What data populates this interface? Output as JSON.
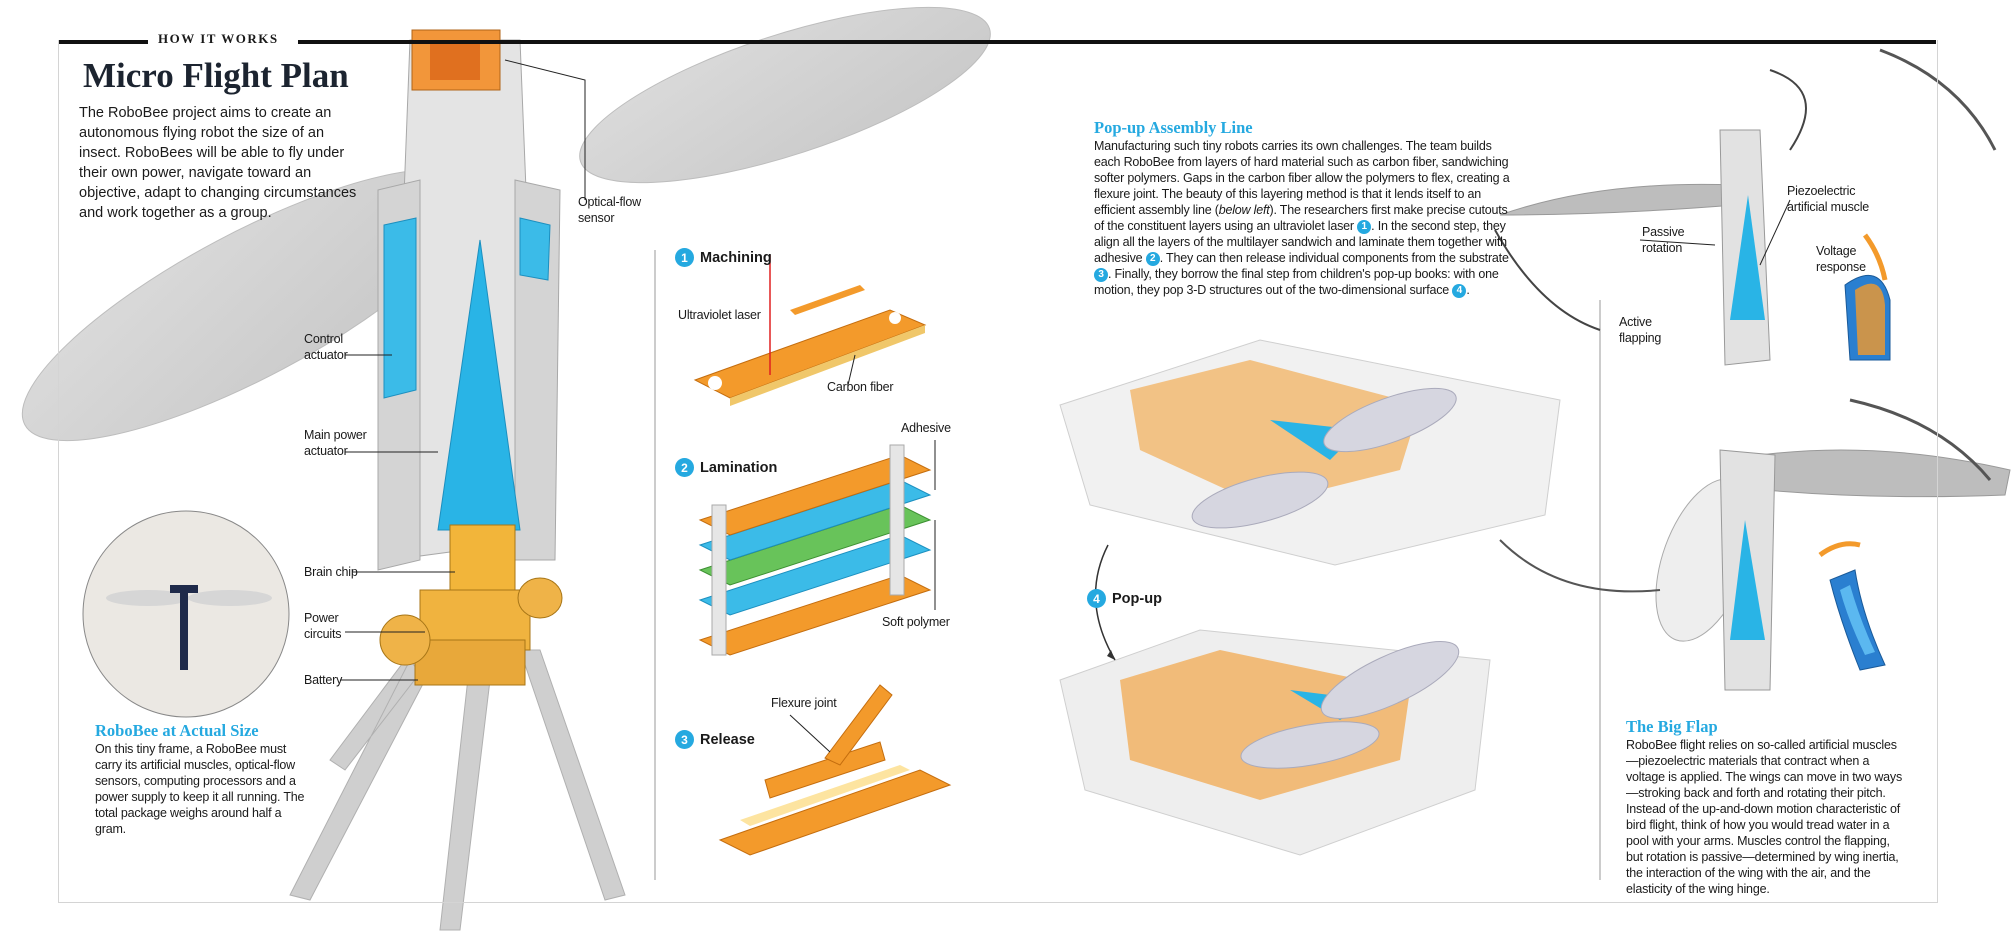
{
  "header": {
    "kicker": "HOW IT WORKS",
    "title": "Micro Flight Plan"
  },
  "intro": "The RoboBee project aims to create an autonomous flying robot the size of an insect. RoboBees will be able to fly under their own power, navigate toward an objective, adapt to changing circumstances and work together as a group.",
  "robot_labels": {
    "optical_flow": "Optical-flow sensor",
    "control_actuator": "Control actuator",
    "main_power": "Main power actuator",
    "brain_chip": "Brain chip",
    "power_circuits": "Power circuits",
    "battery": "Battery"
  },
  "actual_size": {
    "heading": "RoboBee at Actual Size",
    "body": "On this tiny frame, a RoboBee must carry its artificial muscles, optical-flow sensors, computing processors and a power supply to keep it all running. The total package weighs around half a gram."
  },
  "steps": [
    {
      "num": "1",
      "label": "Machining"
    },
    {
      "num": "2",
      "label": "Lamination"
    },
    {
      "num": "3",
      "label": "Release"
    },
    {
      "num": "4",
      "label": "Pop-up"
    }
  ],
  "step_labels": {
    "uv_laser": "Ultraviolet laser",
    "carbon_fiber": "Carbon fiber",
    "adhesive": "Adhesive",
    "soft_polymer": "Soft polymer",
    "flexure_joint": "Flexure joint"
  },
  "popup_line": {
    "heading": "Pop-up Assembly Line",
    "p1": "Manufacturing such tiny robots carries its own challenges. The team builds each RoboBee from layers of hard material such as carbon fiber, sandwiching softer polymers. Gaps in the carbon fiber allow the polymers to flex, creating a flexure joint. The beauty of this layering method is that it lends itself to an efficient assembly line (",
    "p1_em": "below left",
    "p2": "). The researchers first make precise cutouts of the constituent layers using an ultraviolet laser ",
    "p3": ". In the second step, they align all the layers of the multilayer sandwich and laminate them together with adhesive ",
    "p4": ". They can then release individual components from the substrate ",
    "p5": ". Finally, they borrow the final step from children's pop-up books: with one motion, they pop 3-D structures out of the two-dimensional surface ",
    "p6": "."
  },
  "flap_labels": {
    "passive_rotation": "Passive rotation",
    "active_flapping": "Active flapping",
    "piezo": "Piezoelectric artificial muscle",
    "voltage_response": "Voltage response"
  },
  "big_flap": {
    "heading": "The Big Flap",
    "body": "RoboBee flight relies on so-called artificial muscles—piezoelectric materials that contract when a voltage is applied. The wings can move in two ways—stroking back and forth and rotating their pitch. Instead of the up-and-down motion characteristic of bird flight, think of how you would tread water in a pool with your arms. Muscles control the flapping, but rotation is passive—determined by wing inertia, the interaction of the wing with the air, and the elasticity of the wing hinge."
  },
  "colors": {
    "accent": "#25a9e0",
    "orange": "#f39a2b",
    "gold": "#e9b545",
    "grey": "#d8d8d8"
  }
}
